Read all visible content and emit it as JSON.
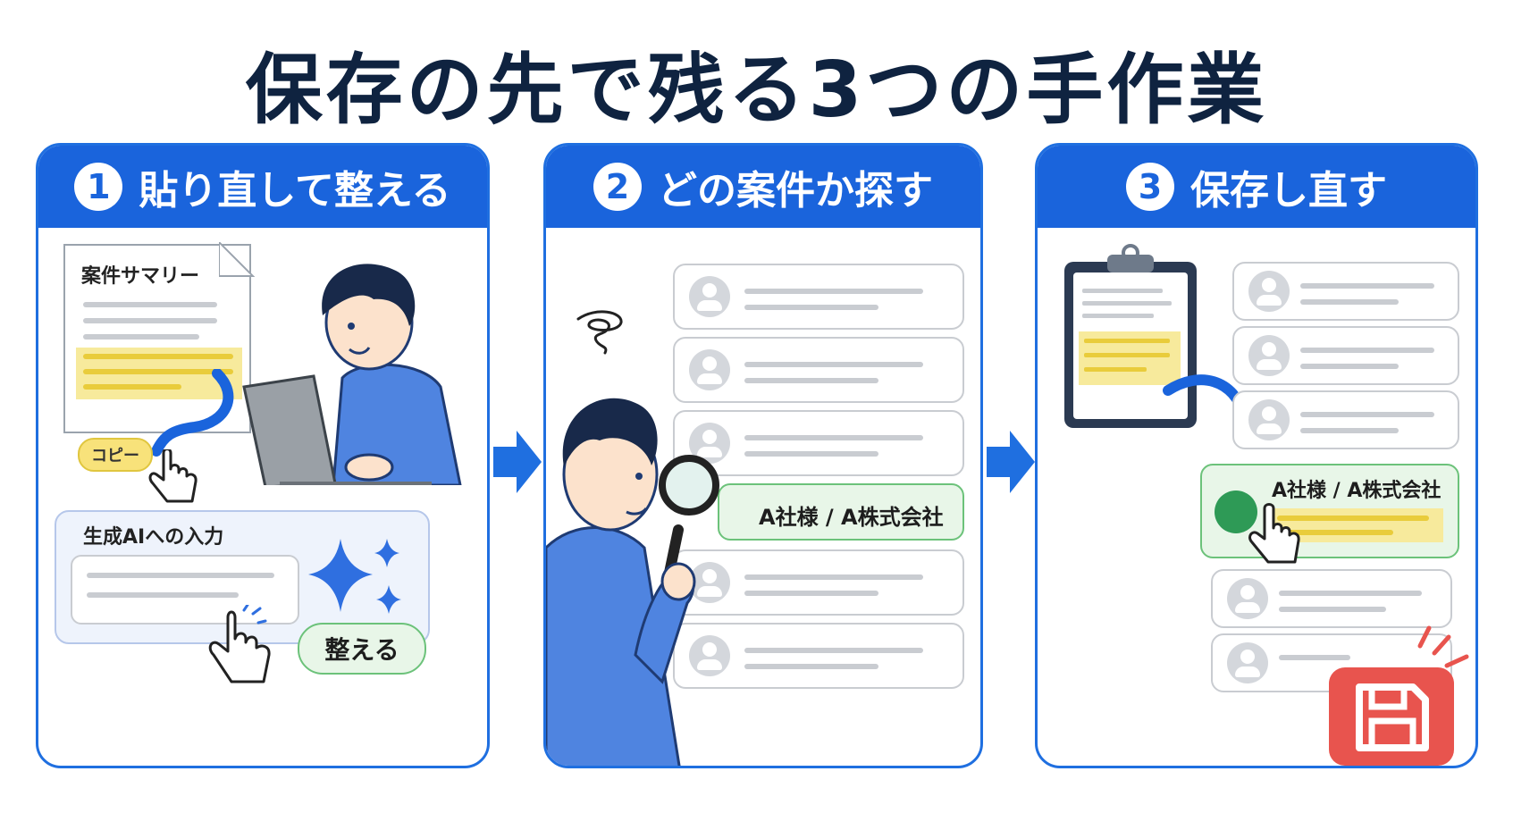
{
  "title": "保存の先で残る3つの手作業",
  "steps": [
    {
      "number": "1",
      "label": "貼り直して整える"
    },
    {
      "number": "2",
      "label": "どの案件か探す"
    },
    {
      "number": "3",
      "label": "保存し直す"
    }
  ],
  "step1": {
    "doc_title": "案件サマリー",
    "copy_label": "コピー",
    "ai_box_title": "生成AIへの入力",
    "format_button": "整える"
  },
  "step2": {
    "highlight_label": "A社様 / A株式会社"
  },
  "step3": {
    "highlight_label": "A社様 / A株式会社"
  },
  "colors": {
    "primary": "#1a64dc",
    "title": "#0f2340",
    "highlight_yellow": "#f7ea9c",
    "green": "#6cc27a",
    "save_red": "#e8544e"
  }
}
